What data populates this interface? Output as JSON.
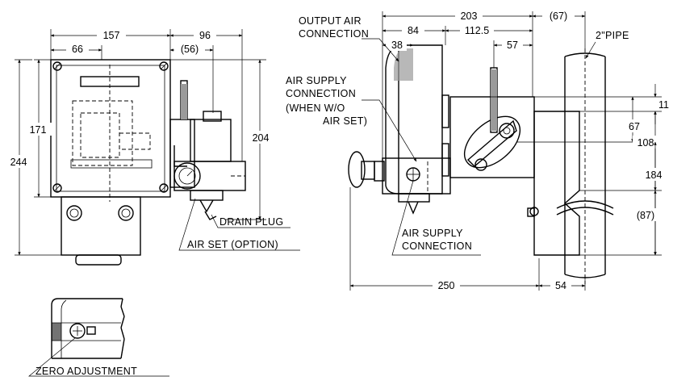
{
  "front_view": {
    "dim_width": "157",
    "dim_offset": "66",
    "dim_airset": "96",
    "dim_airset_ref": "(56)",
    "dim_height_case": "171",
    "dim_height_total": "244",
    "dim_height_airset": "204",
    "label_drain_plug": "DRAIN PLUG",
    "label_air_set": "AIR SET (OPTION)"
  },
  "side_view": {
    "dim_total_width": "203",
    "dim_pipe_offset": "(67)",
    "dim_84": "84",
    "dim_112_5": "112.5",
    "dim_38": "38",
    "dim_57": "57",
    "dim_11": "11",
    "dim_67": "67",
    "dim_108": "108",
    "dim_184": "184",
    "dim_87": "(87)",
    "dim_250": "250",
    "dim_54": "54",
    "label_pipe": "2\"PIPE",
    "label_output_air_1": "OUTPUT AIR",
    "label_output_air_2": "CONNECTION",
    "label_air_supply_1": "AIR SUPPLY",
    "label_air_supply_2": "CONNECTION",
    "label_without_1": "(WHEN W/O",
    "label_without_2": "AIR SET)",
    "label_air_supply_bottom_1": "AIR SUPPLY",
    "label_air_supply_bottom_2": "CONNECTION"
  },
  "detail_view": {
    "label_zero_adjustment": "ZERO ADJUSTMENT"
  }
}
